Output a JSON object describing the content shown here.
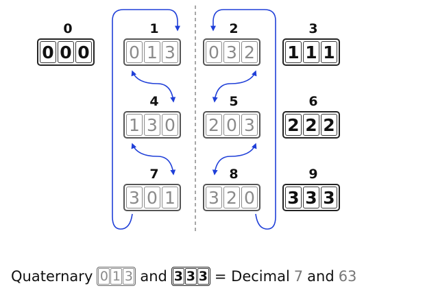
{
  "groups": [
    {
      "index": "0",
      "digits": [
        "0",
        "0",
        "0"
      ],
      "bold": true
    },
    {
      "index": "1",
      "digits": [
        "0",
        "1",
        "3"
      ],
      "bold": false
    },
    {
      "index": "2",
      "digits": [
        "0",
        "3",
        "2"
      ],
      "bold": false
    },
    {
      "index": "3",
      "digits": [
        "1",
        "1",
        "1"
      ],
      "bold": true
    },
    {
      "index": "4",
      "digits": [
        "1",
        "3",
        "0"
      ],
      "bold": false
    },
    {
      "index": "5",
      "digits": [
        "2",
        "0",
        "3"
      ],
      "bold": false
    },
    {
      "index": "6",
      "digits": [
        "2",
        "2",
        "2"
      ],
      "bold": true
    },
    {
      "index": "7",
      "digits": [
        "3",
        "0",
        "1"
      ],
      "bold": false
    },
    {
      "index": "8",
      "digits": [
        "3",
        "2",
        "0"
      ],
      "bold": false
    },
    {
      "index": "9",
      "digits": [
        "3",
        "3",
        "3"
      ],
      "bold": true
    }
  ],
  "caption": {
    "word1": "Quaternary",
    "box1": [
      "0",
      "1",
      "3"
    ],
    "and1": "and",
    "box2": [
      "3",
      "3",
      "3"
    ],
    "equals": "= Decimal",
    "num1": "7",
    "and2": "and",
    "num2": "63"
  },
  "colors": {
    "arrow": "#1f3fd8",
    "divider": "#8a8a8a"
  }
}
